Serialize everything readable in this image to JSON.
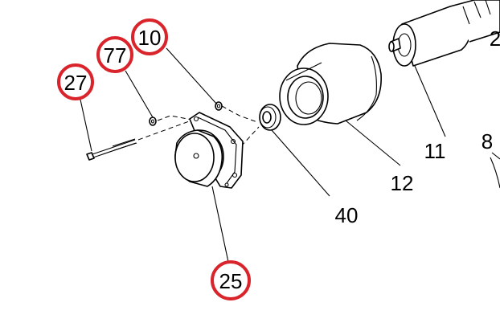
{
  "colors": {
    "callout_ring": "#d9242b",
    "line": "#000000",
    "background": "#ffffff"
  },
  "callouts": {
    "c10": "10",
    "c77": "77",
    "c27": "27",
    "c25": "25"
  },
  "labels": {
    "l40": "40",
    "l12": "12",
    "l11": "11",
    "l8": "8",
    "l2": "2"
  }
}
